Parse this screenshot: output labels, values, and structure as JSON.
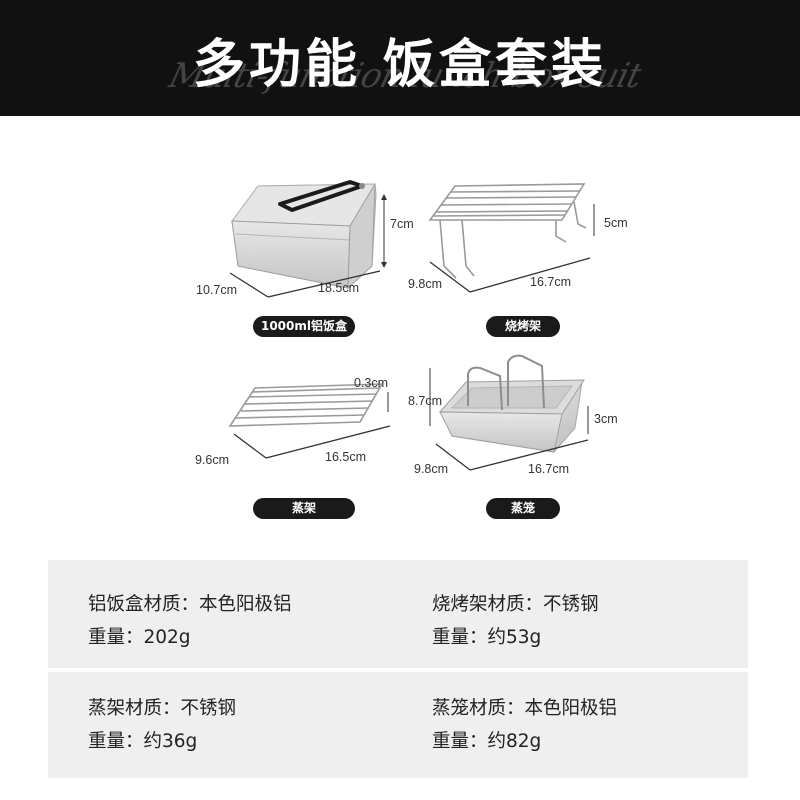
{
  "header": {
    "title": "多功能 饭盒套装",
    "subtitle_script": "Multi-function lunch box suit"
  },
  "products": [
    {
      "label": "1000ml铝饭盒",
      "dims": [
        "7cm",
        "10.7cm",
        "18.5cm"
      ]
    },
    {
      "label": "烧烤架",
      "dims": [
        "5cm",
        "9.8cm",
        "16.7cm"
      ]
    },
    {
      "label": "蒸架",
      "dims": [
        "0.3cm",
        "9.6cm",
        "16.5cm"
      ]
    },
    {
      "label": "蒸笼",
      "dims": [
        "8.7cm",
        "3cm",
        "9.8cm",
        "16.7cm"
      ]
    }
  ],
  "specs": [
    {
      "material": "铝饭盒材质：本色阳极铝",
      "weight": "重量：202g"
    },
    {
      "material": "烧烤架材质：不锈钢",
      "weight": "重量：约53g"
    },
    {
      "material": "蒸架材质：不锈钢",
      "weight": "重量：约36g"
    },
    {
      "material": "蒸笼材质：本色阳极铝",
      "weight": "重量：约82g"
    }
  ],
  "colors": {
    "header_bg": "#111111",
    "pill_bg": "#1a1a1a",
    "spec_bg": "#efefef"
  }
}
